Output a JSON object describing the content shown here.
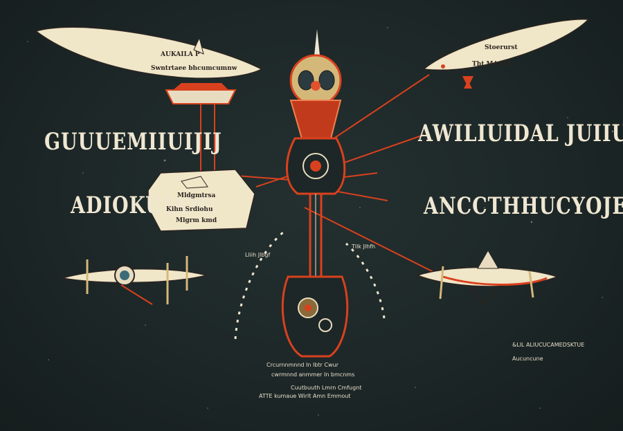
{
  "labels": {
    "left_top": "GUUUEMIIUIJIJ",
    "left_mid": "ADIOKUIAMI",
    "right_top": "AWILIUIDAL JUIIUM",
    "right_mid": "ANCCTHHUCYOJE"
  },
  "craft_text": {
    "top_left_line1": "AUKAILA P",
    "top_left_line2": "Swntrtaee bhcumcumnw",
    "top_right_line1": "Stoerurst",
    "top_right_line2": "Tht MA IBI",
    "center_card_line1": "Mldgmtrsa",
    "center_card_line2": "Kihn Srdiohu",
    "center_card_line3": "Mlgrm kmd"
  },
  "captions": {
    "bottom_line1": "Crcurnnmnnd In Ibtr Cwur",
    "bottom_line2": "cwrmnnd anmmer In bmcnms",
    "bottom_line3": "Cuutbuuth Lmrn Cmfugnt",
    "bottom_line4": "ATTE kumaue Wirlt Amn Emmout",
    "right_small": "&LIL ALIUCUCAMEDSKTUE",
    "right_small2": "Aucuncune",
    "left_vertical": "Lliih Jlbgf",
    "right_vertical": "Tllk Jlhfh"
  },
  "colors": {
    "background": "#1d2727",
    "parchment": "#f0e6c8",
    "accent_red": "#d9411e",
    "ink": "#efe7d2"
  }
}
